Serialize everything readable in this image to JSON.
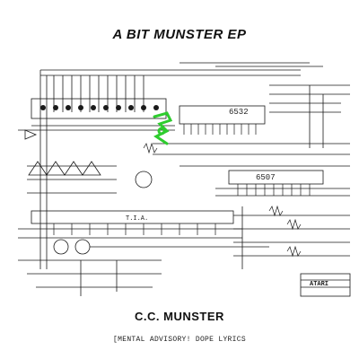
{
  "cover": {
    "title": "A BIT MUNSTER EP",
    "artist": "C.C. MUNSTER",
    "advisory": "[MENTAL ADVISORY! DOPE LYRICS"
  },
  "schematic": {
    "chip_labels": [
      "6532",
      "6507",
      "T.I.A."
    ],
    "logo_text": "ATARI",
    "accent_color": "#2ecc2e",
    "ink_color": "#1a1a1a"
  }
}
